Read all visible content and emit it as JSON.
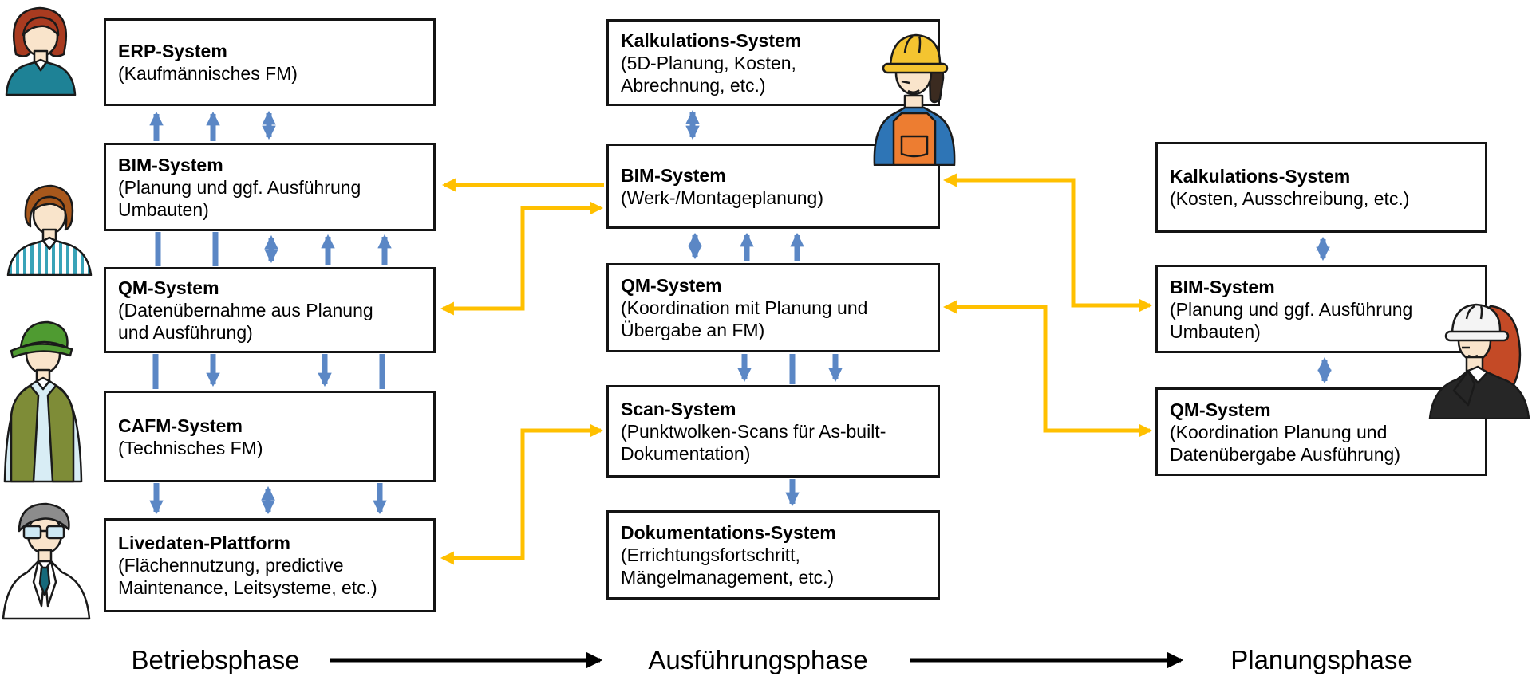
{
  "diagram": {
    "columns": [
      {
        "phase": "Betriebsphase",
        "boxes": [
          {
            "title": "ERP-System",
            "subtitle": "(Kaufmännisches FM)"
          },
          {
            "title": "BIM-System",
            "subtitle": "(Planung und ggf. Ausführung\nUmbauten)"
          },
          {
            "title": "QM-System",
            "subtitle": "(Datenübernahme aus Planung\nund Ausführung)"
          },
          {
            "title": "CAFM-System",
            "subtitle": "(Technisches FM)"
          },
          {
            "title": "Livedaten-Plattform",
            "subtitle": "(Flächennutzung, predictive\nMaintenance, Leitsysteme, etc.)"
          }
        ]
      },
      {
        "phase": "Ausführungsphase",
        "boxes": [
          {
            "title": "Kalkulations-System",
            "subtitle": "(5D-Planung, Kosten,\nAbrechnung, etc.)"
          },
          {
            "title": "BIM-System",
            "subtitle": "(Werk-/Montageplanung)"
          },
          {
            "title": "QM-System",
            "subtitle": "(Koordination mit Planung und\nÜbergabe an FM)"
          },
          {
            "title": "Scan-System",
            "subtitle": "(Punktwolken-Scans für As-built-\nDokumentation)"
          },
          {
            "title": "Dokumentations-System",
            "subtitle": "(Errichtungsfortschritt,\nMängelmanagement, etc.)"
          }
        ]
      },
      {
        "phase": "Planungsphase",
        "boxes": [
          {
            "title": "Kalkulations-System",
            "subtitle": "(Kosten, Ausschreibung, etc.)"
          },
          {
            "title": "BIM-System",
            "subtitle": "(Planung und ggf. Ausführung\nUmbauten)"
          },
          {
            "title": "QM-System",
            "subtitle": "(Koordination Planung und\nDatenübergabe Ausführung)"
          }
        ]
      }
    ],
    "people": [
      {
        "icon": "fm-operations-woman-figure"
      },
      {
        "icon": "building-user-man-striped-shirt-figure"
      },
      {
        "icon": "technician-man-green-cap-figure"
      },
      {
        "icon": "doctor-lab-coat-man-figure"
      },
      {
        "icon": "construction-worker-hardhat-figure"
      },
      {
        "icon": "planner-woman-hardhat-figure"
      }
    ],
    "colors": {
      "box_border": "#141414",
      "box_fill": "#ffffff",
      "blue_arrow": "#5b87c5",
      "yellow_arrow": "#ffc000",
      "phase_arrow": "#000000",
      "text": "#000000"
    }
  }
}
